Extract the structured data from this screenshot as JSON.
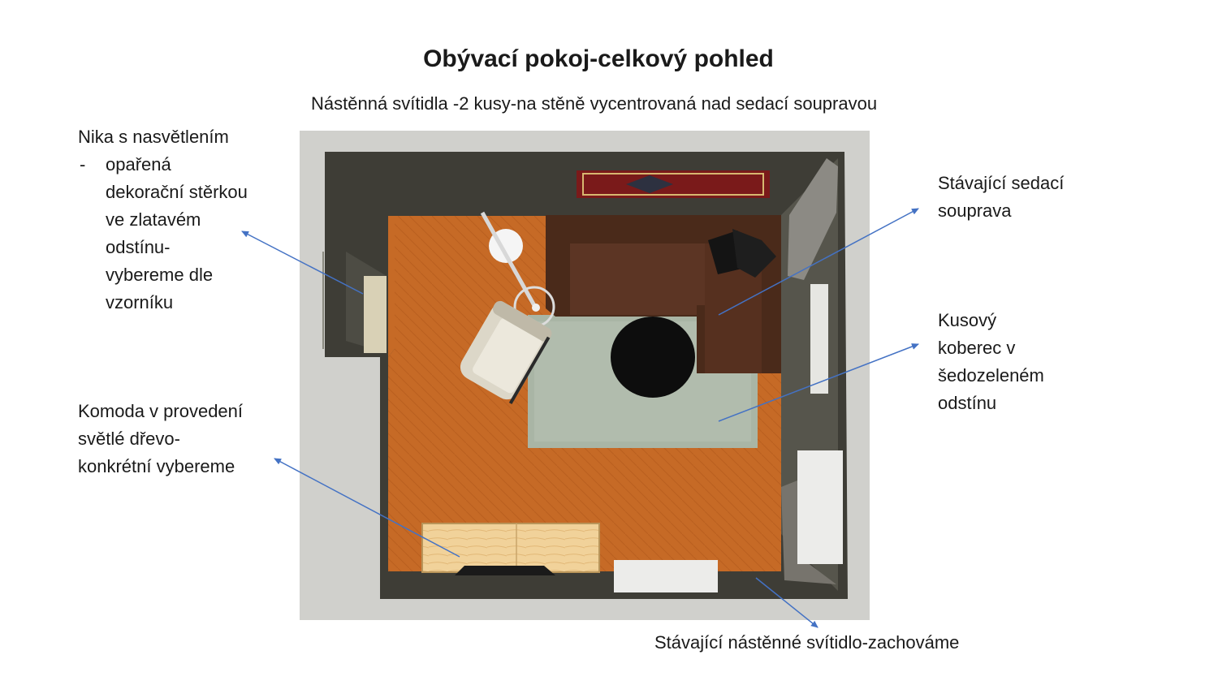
{
  "title": "Obývací pokoj-celkový pohled",
  "subtitle": "Nástěnná svítidla  -2 kusy-na stěně vycentrovaná nad sedací soupravou",
  "labels": {
    "niche": {
      "heading": "Nika s nasvětlením",
      "lines": [
        "opařená",
        "dekorační stěrkou",
        "ve zlatavém",
        "odstínu-",
        "vybereme dle",
        "vzorníku"
      ]
    },
    "sofa": [
      "Stávající sedací",
      "souprava"
    ],
    "rug": [
      "Kusový",
      "koberec v",
      "šedozeleném",
      "odstínu"
    ],
    "komoda": [
      "Komoda v provedení",
      "světlé dřevo-",
      "konkrétní vybereme"
    ],
    "lamp": "Stávající nástěnné svítidlo-zachováme"
  },
  "colors": {
    "arrow": "#4472c4",
    "wall": "#3e3d36",
    "floor": "#c66a26",
    "rug": "#a9b5a5",
    "sofa": "#4a2a1a",
    "table": "#0d0d0d",
    "komoda": "#f1d29a",
    "background": "#d0d0cc"
  },
  "icons": [
    "arrow-pointer"
  ]
}
